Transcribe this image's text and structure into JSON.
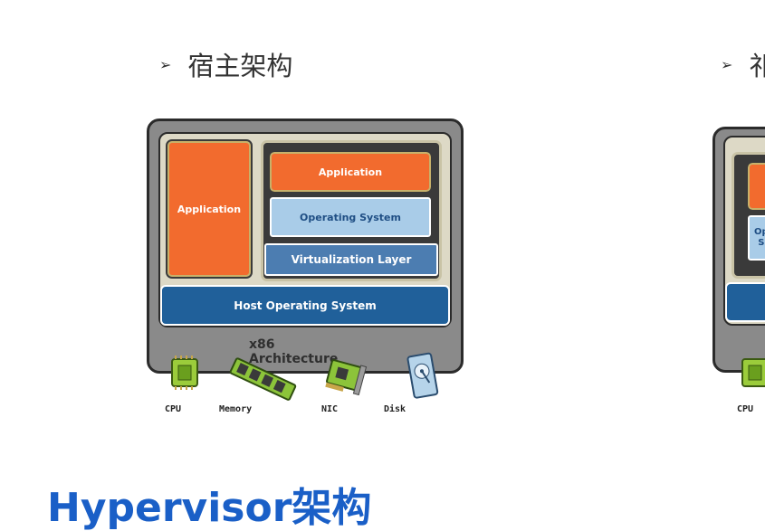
{
  "bullets": {
    "left": {
      "marker": "➢",
      "text": "宿主架构"
    },
    "right": {
      "marker": "➢",
      "text": "祁"
    }
  },
  "diagram": {
    "app_left": "Application",
    "app_vm": "Application",
    "guest_os": "Operating System",
    "virt_layer": "Virtualization Layer",
    "host_os": "Host Operating System",
    "architecture": "x86 Architecture",
    "hardware": [
      "CPU",
      "Memory",
      "NIC",
      "Disk"
    ]
  },
  "diagram_right": {
    "app_partial": "",
    "os_partial": "Op\nS",
    "hardware": [
      "CPU"
    ]
  },
  "footer": {
    "title": "Hypervisor架构"
  }
}
